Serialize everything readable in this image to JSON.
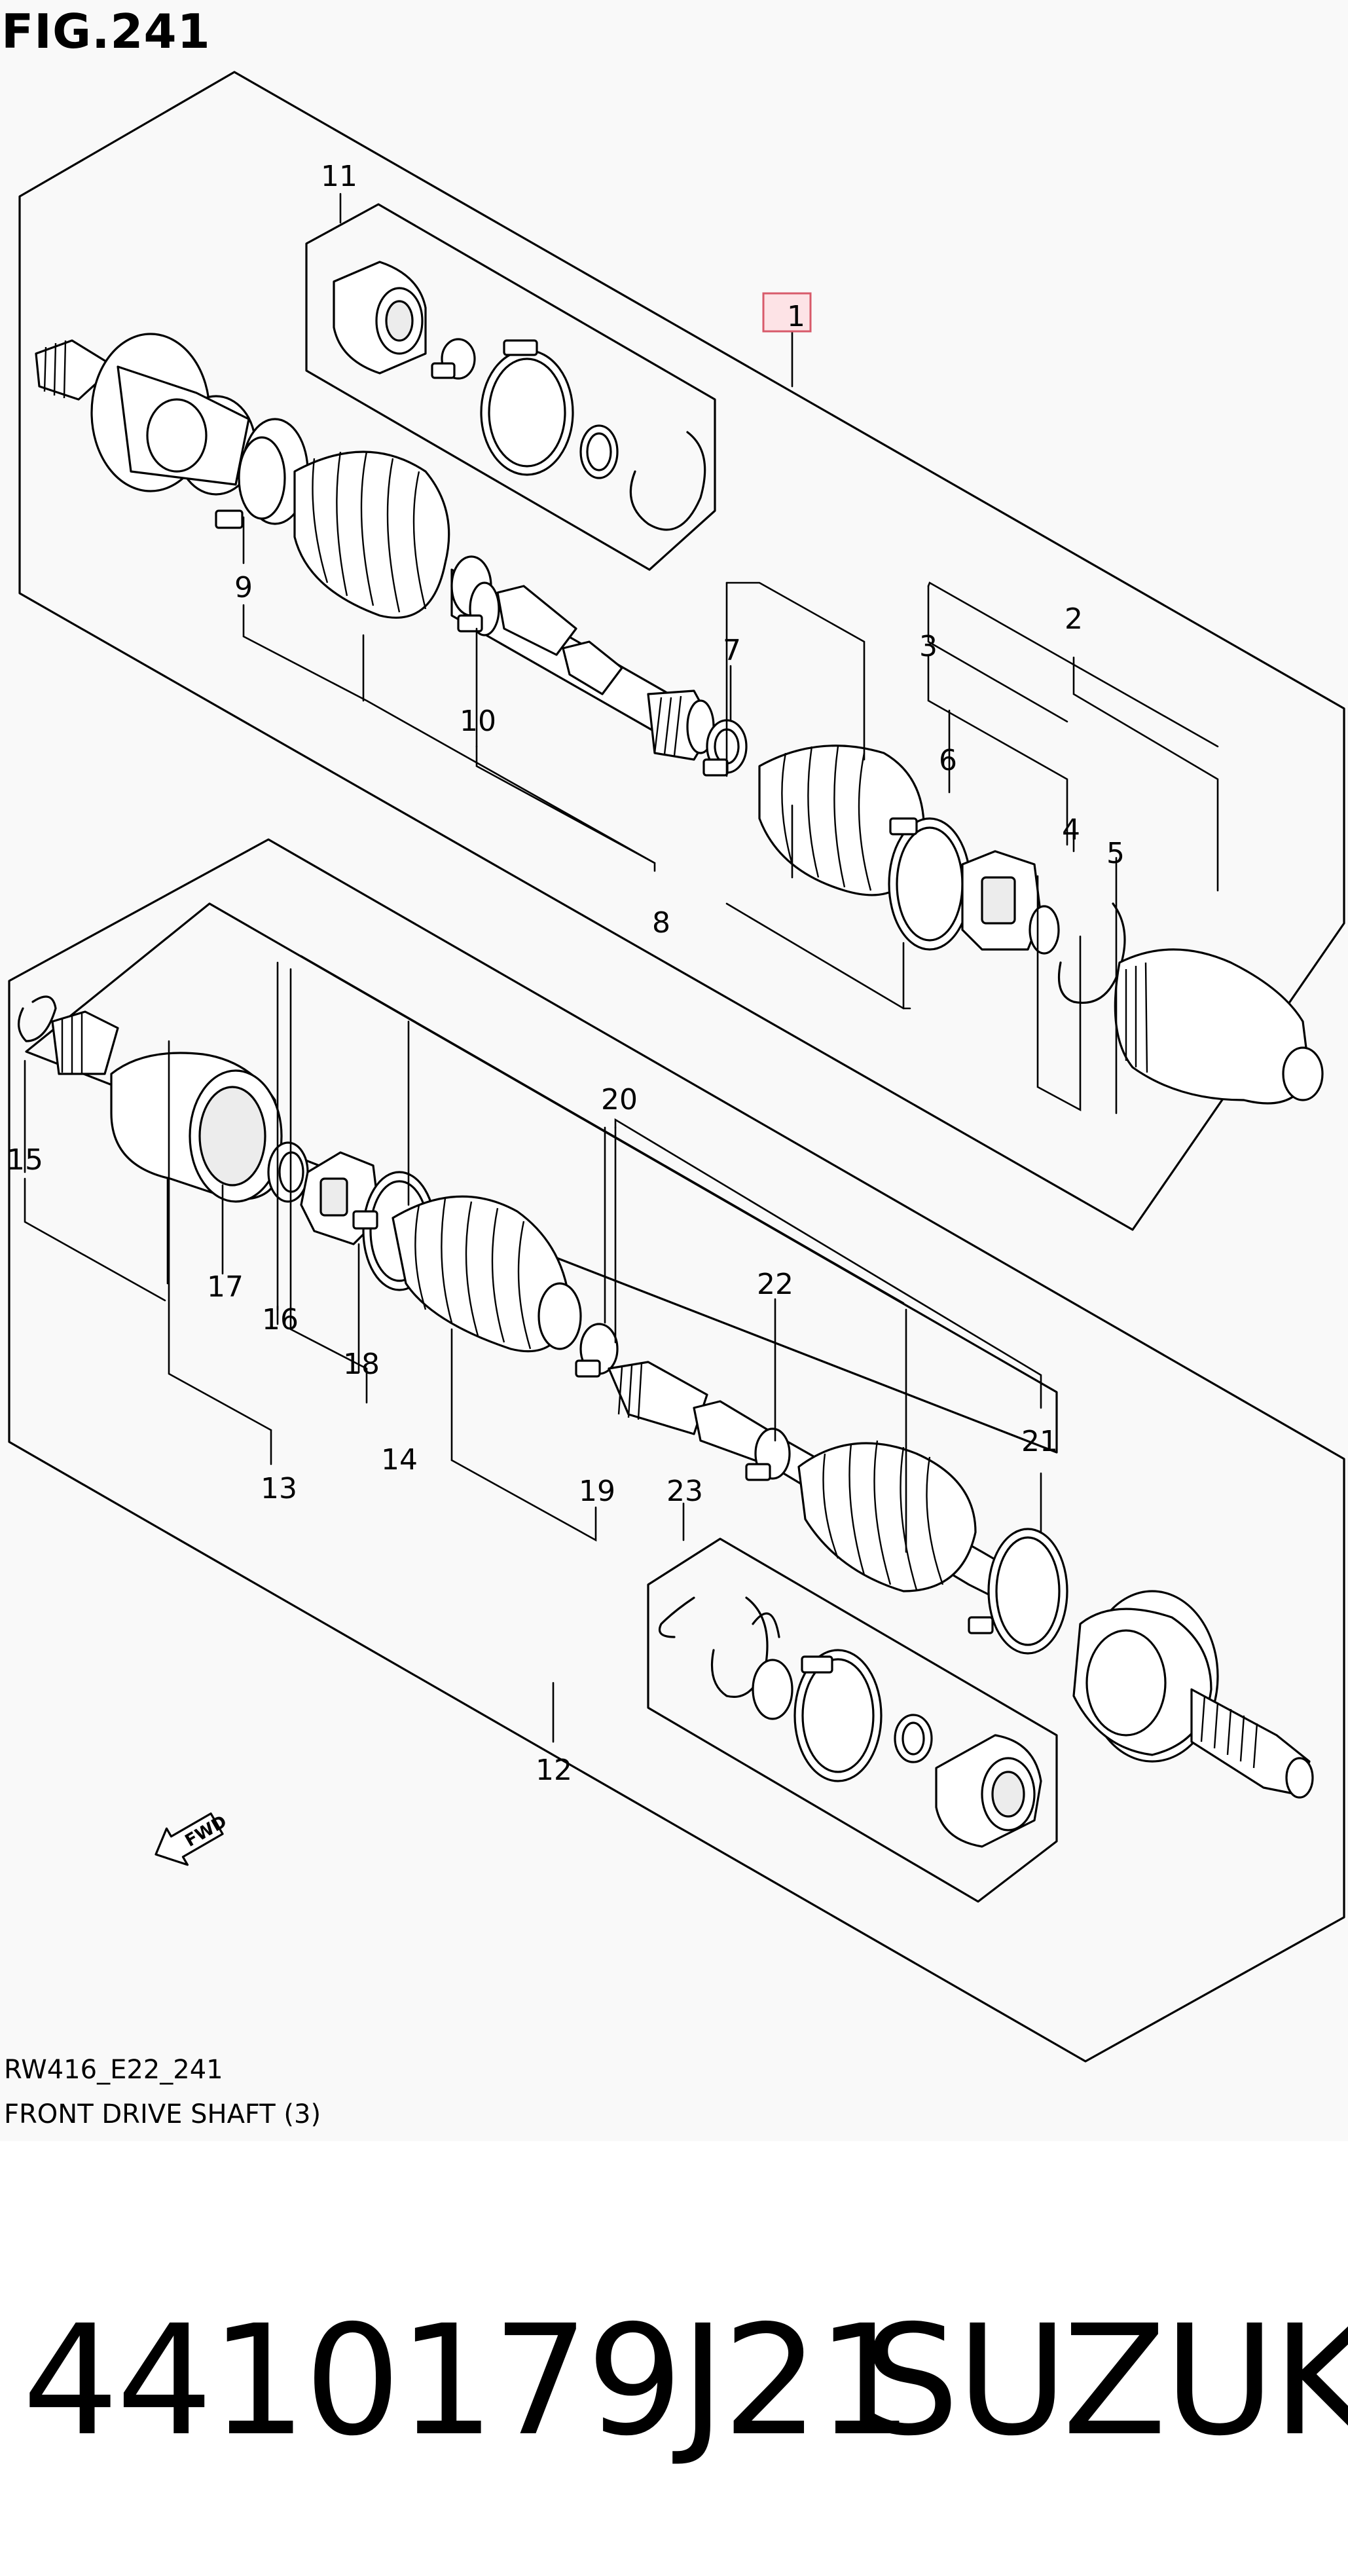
{
  "figure": {
    "title": "FIG.241",
    "diagram_code": "RW416_E22_241",
    "caption": "FRONT DRIVE SHAFT (3)"
  },
  "callouts": {
    "c1": "1",
    "c2": "2",
    "c3": "3",
    "c4": "4",
    "c5": "5",
    "c6": "6",
    "c7": "7",
    "c8": "8",
    "c9": "9",
    "c10": "10",
    "c11": "11",
    "c12": "12",
    "c13": "13",
    "c14": "14",
    "c15": "15",
    "c16": "16",
    "c17": "17",
    "c18": "18",
    "c19": "19",
    "c20": "20",
    "c21": "21",
    "c22": "22",
    "c23": "23"
  },
  "fwd_arrow": {
    "label": "FWD",
    "icon": "fwd-arrow-icon"
  },
  "highlight_color": "#d85a6a",
  "product": {
    "part_number": "4410179J21",
    "brand": "SUZUKI"
  }
}
